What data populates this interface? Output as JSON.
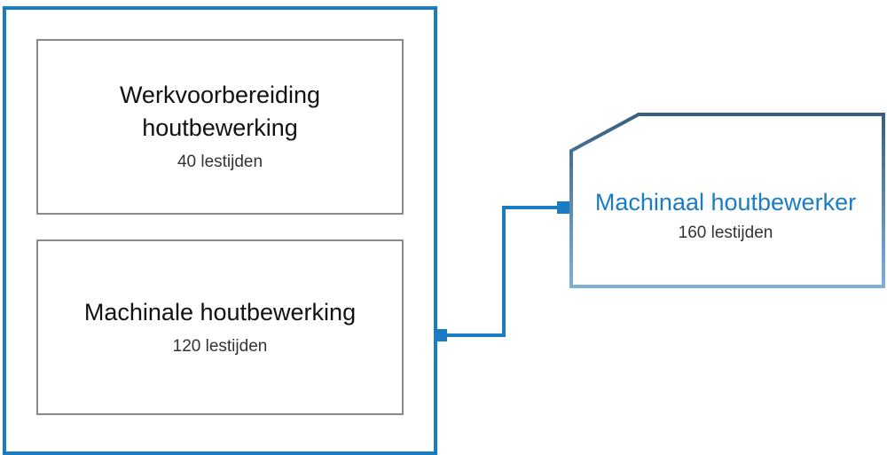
{
  "modules": [
    {
      "title": "Werkvoorbereiding houtbewerking",
      "hours": "40 lestijden"
    },
    {
      "title": "Machinale houtbewerking",
      "hours": "120 lestijden"
    }
  ],
  "qualification": {
    "title": "Machinaal houtbewerker",
    "hours": "160 lestijden"
  },
  "colors": {
    "frame": "#1a7dc4",
    "module_border": "#8a8a8a",
    "qualification_border": "#3f6d8f"
  }
}
